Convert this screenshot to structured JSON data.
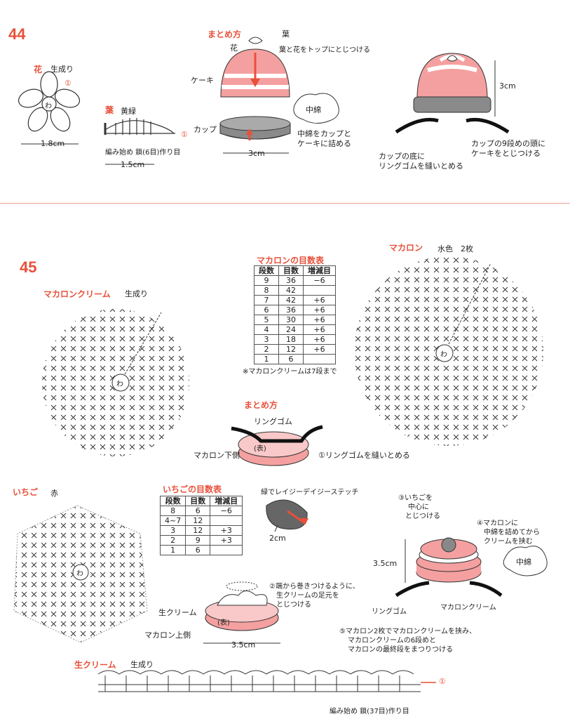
{
  "p44": {
    "number": "44",
    "flower_title": "花",
    "flower_color": "生成り",
    "flower_center": "わ",
    "flower_size": "1.8cm",
    "leaf_title": "葉",
    "leaf_color": "黄緑",
    "leaf_start": "編み始め 鎖(6目)作り目",
    "leaf_size": "1.5cm",
    "round_1": "①",
    "assembly_title": "まとめ方",
    "label_leaf": "葉",
    "label_flower": "花",
    "label_attach": "葉と花をトップにとじつける",
    "label_cake": "ケーキ",
    "label_cotton": "中綿",
    "label_cup": "カップ",
    "label_stuff_1": "中綿をカップと",
    "label_stuff_2": "ケーキに詰める",
    "cup_size": "3cm",
    "height_size": "3cm",
    "label_cup9_1": "カップの9段めの頭に",
    "label_cup9_2": "ケーキをとじつける",
    "label_band_1": "カップの底に",
    "label_band_2": "リングゴムを縫いとめる"
  },
  "p45": {
    "number": "45",
    "cream_title": "マカロンクリーム",
    "cream_color": "生成り",
    "center": "わ",
    "macaron_title": "マカロン",
    "macaron_color": "水色　2枚",
    "macaron_table_title": "マカロンの目数表",
    "macaron_table_headers": [
      "段数",
      "目数",
      "増減目"
    ],
    "macaron_table_rows": [
      [
        "9",
        "36",
        "−6"
      ],
      [
        "8",
        "42",
        ""
      ],
      [
        "7",
        "42",
        "+6"
      ],
      [
        "6",
        "36",
        "+6"
      ],
      [
        "5",
        "30",
        "+6"
      ],
      [
        "4",
        "24",
        "+6"
      ],
      [
        "3",
        "18",
        "+6"
      ],
      [
        "2",
        "12",
        "+6"
      ],
      [
        "1",
        "6",
        ""
      ]
    ],
    "macaron_table_note": "※マカロンクリームは7段まで",
    "assembly_title": "まとめ方",
    "label_ring": "リングゴム",
    "label_omote": "(表)",
    "label_macaron_bottom": "マカロン下側",
    "label_sew_ring": "①リングゴムを縫いとめる",
    "strawberry_title": "いちご",
    "strawberry_color": "赤",
    "strawberry_table_title": "いちごの目数表",
    "strawberry_table_headers": [
      "段数",
      "目数",
      "増減目"
    ],
    "strawberry_table_rows": [
      [
        "8",
        "6",
        "−6"
      ],
      [
        "4~7",
        "12",
        ""
      ],
      [
        "3",
        "12",
        "+3"
      ],
      [
        "2",
        "9",
        "+3"
      ],
      [
        "1",
        "6",
        ""
      ]
    ],
    "label_lazy_daisy": "緑でレイジーデイジーステッチ",
    "strawberry_size": "2cm",
    "label_step3_1": "③いちごを",
    "label_step3_2": "中心に",
    "label_step3_3": "とじつける",
    "label_step4_1": "④マカロンに",
    "label_step4_2": "中綿を詰めてから",
    "label_step4_3": "クリームを挟む",
    "label_cotton": "中綿",
    "height_size": "3.5cm",
    "label_ring2": "リングゴム",
    "label_cream": "マカロンクリーム",
    "label_step2_1": "②端から巻きつけるように、",
    "label_step2_2": "生クリームの足元を",
    "label_step2_3": "とじつける",
    "label_fresh_cream": "生クリーム",
    "label_macaron_top": "マカロン上側",
    "label_omote2": "(表)",
    "width_size": "3.5cm",
    "label_step5_1": "⑤マカロン2枚でマカロンクリームを挟み、",
    "label_step5_2": "マカロンクリームの6段めと",
    "label_step5_3": "マカロンの最終段をまつりつける",
    "fresh_cream_title": "生クリーム",
    "fresh_cream_color": "生成り",
    "fresh_cream_start": "編み始め 鎖(37目)作り目",
    "round_1": "①"
  },
  "colors": {
    "accent": "#e8503a",
    "pink": "#f4a0a0",
    "pink_light": "#f9c8c8",
    "gray": "#8a8a8a"
  }
}
